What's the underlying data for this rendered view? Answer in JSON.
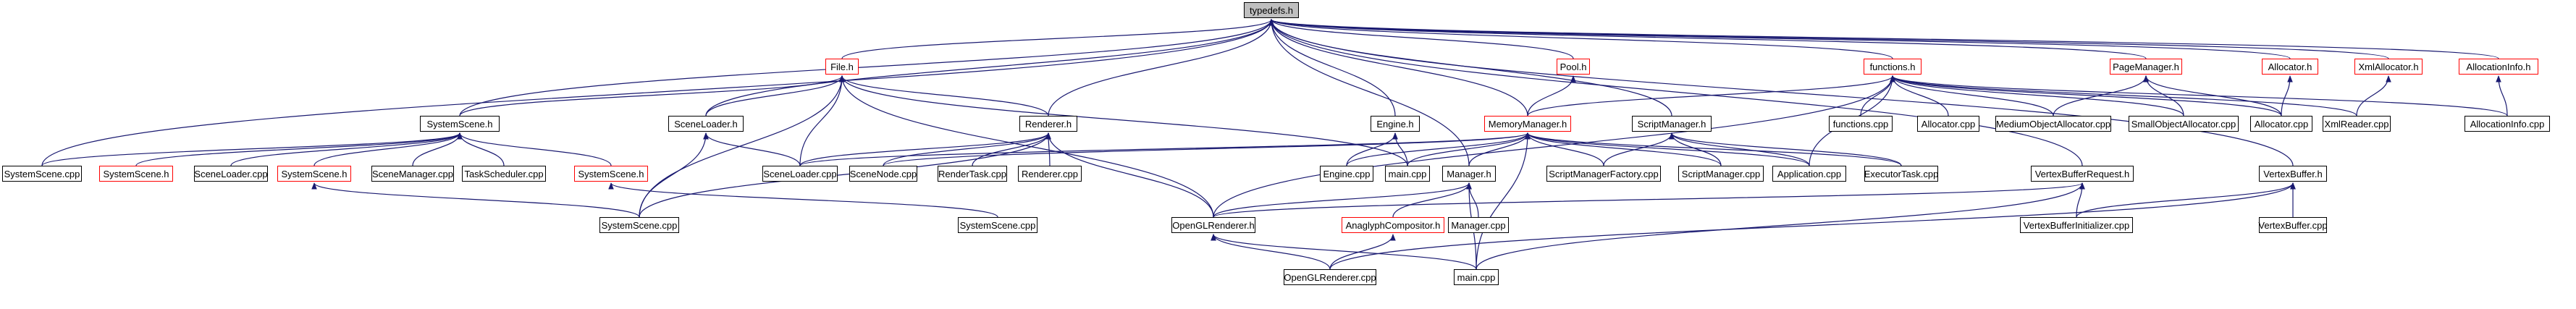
{
  "colors": {
    "edge": "#191970",
    "node_border": "#000000",
    "truncated_border": "#ff0000",
    "root_fill": "#bfbfbf"
  },
  "nodes": [
    {
      "id": "typedefs_h",
      "label": "typedefs.h",
      "root": true
    },
    {
      "id": "file_h",
      "label": "File.h",
      "red": true
    },
    {
      "id": "pool_h",
      "label": "Pool.h",
      "red": true
    },
    {
      "id": "functions_h",
      "label": "functions.h",
      "red": true
    },
    {
      "id": "pagemanager_h",
      "label": "PageManager.h",
      "red": true
    },
    {
      "id": "allocator_h",
      "label": "Allocator.h",
      "red": true
    },
    {
      "id": "xmlallocator_h",
      "label": "XmlAllocator.h",
      "red": true
    },
    {
      "id": "allocationinfo_h",
      "label": "AllocationInfo.h",
      "red": true
    },
    {
      "id": "systemscene_h_main",
      "label": "SystemScene.h"
    },
    {
      "id": "sceneloader_h",
      "label": "SceneLoader.h"
    },
    {
      "id": "renderer_h",
      "label": "Renderer.h"
    },
    {
      "id": "engine_h",
      "label": "Engine.h"
    },
    {
      "id": "memorymanager_h",
      "label": "MemoryManager.h",
      "red": true
    },
    {
      "id": "scriptmanager_h",
      "label": "ScriptManager.h"
    },
    {
      "id": "functions_cpp",
      "label": "functions.cpp"
    },
    {
      "id": "allocator_cpp_1",
      "label": "Allocator.cpp"
    },
    {
      "id": "mediumobjectallocator_cpp",
      "label": "MediumObjectAllocator.cpp"
    },
    {
      "id": "smallobjectallocator_cpp",
      "label": "SmallObjectAllocator.cpp"
    },
    {
      "id": "allocator_cpp_2",
      "label": "Allocator.cpp"
    },
    {
      "id": "xmlreader_cpp",
      "label": "XmlReader.cpp"
    },
    {
      "id": "allocationinfo_cpp",
      "label": "AllocationInfo.cpp"
    },
    {
      "id": "systemscene_cpp_1",
      "label": "SystemScene.cpp"
    },
    {
      "id": "systemscene_h_r1",
      "label": "SystemScene.h",
      "red": true
    },
    {
      "id": "sceneloader_cpp_1",
      "label": "SceneLoader.cpp"
    },
    {
      "id": "systemscene_h_r2",
      "label": "SystemScene.h",
      "red": true
    },
    {
      "id": "scenemanager_cpp",
      "label": "SceneManager.cpp"
    },
    {
      "id": "taskscheduler_cpp",
      "label": "TaskScheduler.cpp"
    },
    {
      "id": "systemscene_h_r3",
      "label": "SystemScene.h",
      "red": true
    },
    {
      "id": "sceneloader_cpp_2",
      "label": "SceneLoader.cpp"
    },
    {
      "id": "scenenode_cpp",
      "label": "SceneNode.cpp"
    },
    {
      "id": "rendertask_cpp",
      "label": "RenderTask.cpp"
    },
    {
      "id": "renderer_cpp",
      "label": "Renderer.cpp"
    },
    {
      "id": "engine_cpp",
      "label": "Engine.cpp"
    },
    {
      "id": "main_cpp_1",
      "label": "main.cpp"
    },
    {
      "id": "manager_h",
      "label": "Manager.h"
    },
    {
      "id": "scriptmanagerfactory_cpp",
      "label": "ScriptManagerFactory.cpp"
    },
    {
      "id": "scriptmanager_cpp",
      "label": "ScriptManager.cpp"
    },
    {
      "id": "application_cpp",
      "label": "Application.cpp"
    },
    {
      "id": "executortask_cpp",
      "label": "ExecutorTask.cpp"
    },
    {
      "id": "vertexbufferrequest_h",
      "label": "VertexBufferRequest.h"
    },
    {
      "id": "vertexbuffer_h",
      "label": "VertexBuffer.h"
    },
    {
      "id": "systemscene_cpp_2",
      "label": "SystemScene.cpp"
    },
    {
      "id": "systemscene_cpp_3",
      "label": "SystemScene.cpp"
    },
    {
      "id": "openglrenderer_h",
      "label": "OpenGLRenderer.h"
    },
    {
      "id": "anaglyphcompositor_h",
      "label": "AnaglyphCompositor.h",
      "red": true
    },
    {
      "id": "manager_cpp",
      "label": "Manager.cpp"
    },
    {
      "id": "vertexbufferinitializer_cpp",
      "label": "VertexBufferInitializer.cpp"
    },
    {
      "id": "vertexbuffer_cpp",
      "label": "VertexBuffer.cpp"
    },
    {
      "id": "openglrenderer_cpp",
      "label": "OpenGLRenderer.cpp"
    },
    {
      "id": "main_cpp_2",
      "label": "main.cpp"
    }
  ],
  "edges": [
    [
      "file_h",
      "typedefs_h"
    ],
    [
      "pool_h",
      "typedefs_h"
    ],
    [
      "functions_h",
      "typedefs_h"
    ],
    [
      "pagemanager_h",
      "typedefs_h"
    ],
    [
      "allocator_h",
      "typedefs_h"
    ],
    [
      "xmlallocator_h",
      "typedefs_h"
    ],
    [
      "allocationinfo_h",
      "typedefs_h"
    ],
    [
      "systemscene_h_main",
      "typedefs_h"
    ],
    [
      "sceneloader_h",
      "typedefs_h"
    ],
    [
      "renderer_h",
      "typedefs_h"
    ],
    [
      "engine_h",
      "typedefs_h"
    ],
    [
      "memorymanager_h",
      "typedefs_h"
    ],
    [
      "scriptmanager_h",
      "typedefs_h"
    ],
    [
      "manager_h",
      "typedefs_h"
    ],
    [
      "vertexbufferrequest_h",
      "typedefs_h"
    ],
    [
      "vertexbuffer_h",
      "typedefs_h"
    ],
    [
      "systemscene_cpp_1",
      "typedefs_h"
    ],
    [
      "systemscene_h_main",
      "file_h"
    ],
    [
      "sceneloader_h",
      "file_h"
    ],
    [
      "renderer_h",
      "file_h"
    ],
    [
      "sceneloader_cpp_2",
      "file_h"
    ],
    [
      "systemscene_cpp_2",
      "file_h"
    ],
    [
      "openglrenderer_h",
      "file_h"
    ],
    [
      "main_cpp_1",
      "file_h"
    ],
    [
      "memorymanager_h",
      "pool_h"
    ],
    [
      "memorymanager_h",
      "functions_h"
    ],
    [
      "functions_cpp",
      "functions_h"
    ],
    [
      "allocator_cpp_1",
      "functions_h"
    ],
    [
      "mediumobjectallocator_cpp",
      "functions_h"
    ],
    [
      "smallobjectallocator_cpp",
      "functions_h"
    ],
    [
      "allocator_cpp_2",
      "functions_h"
    ],
    [
      "xmlreader_cpp",
      "functions_h"
    ],
    [
      "allocationinfo_cpp",
      "functions_h"
    ],
    [
      "application_cpp",
      "functions_h"
    ],
    [
      "openglrenderer_h",
      "functions_h"
    ],
    [
      "mediumobjectallocator_cpp",
      "pagemanager_h"
    ],
    [
      "smallobjectallocator_cpp",
      "pagemanager_h"
    ],
    [
      "allocator_cpp_2",
      "pagemanager_h"
    ],
    [
      "allocator_cpp_2",
      "allocator_h"
    ],
    [
      "xmlreader_cpp",
      "xmlallocator_h"
    ],
    [
      "allocationinfo_cpp",
      "allocationinfo_h"
    ],
    [
      "systemscene_cpp_1",
      "systemscene_h_main"
    ],
    [
      "systemscene_h_r1",
      "systemscene_h_main"
    ],
    [
      "sceneloader_cpp_1",
      "systemscene_h_main"
    ],
    [
      "systemscene_h_r2",
      "systemscene_h_main"
    ],
    [
      "scenemanager_cpp",
      "systemscene_h_main"
    ],
    [
      "taskscheduler_cpp",
      "systemscene_h_main"
    ],
    [
      "systemscene_h_r3",
      "systemscene_h_main"
    ],
    [
      "sceneloader_cpp_2",
      "sceneloader_h"
    ],
    [
      "systemscene_cpp_2",
      "sceneloader_h"
    ],
    [
      "sceneloader_cpp_2",
      "renderer_h"
    ],
    [
      "scenenode_cpp",
      "renderer_h"
    ],
    [
      "rendertask_cpp",
      "renderer_h"
    ],
    [
      "renderer_cpp",
      "renderer_h"
    ],
    [
      "systemscene_cpp_2",
      "renderer_h"
    ],
    [
      "openglrenderer_h",
      "renderer_h"
    ],
    [
      "engine_cpp",
      "engine_h"
    ],
    [
      "main_cpp_1",
      "engine_h"
    ],
    [
      "sceneloader_cpp_2",
      "memorymanager_h"
    ],
    [
      "scenenode_cpp",
      "memorymanager_h"
    ],
    [
      "engine_cpp",
      "memorymanager_h"
    ],
    [
      "main_cpp_1",
      "memorymanager_h"
    ],
    [
      "manager_h",
      "memorymanager_h"
    ],
    [
      "scriptmanagerfactory_cpp",
      "memorymanager_h"
    ],
    [
      "scriptmanager_cpp",
      "memorymanager_h"
    ],
    [
      "application_cpp",
      "memorymanager_h"
    ],
    [
      "executortask_cpp",
      "memorymanager_h"
    ],
    [
      "main_cpp_2",
      "memorymanager_h"
    ],
    [
      "scriptmanagerfactory_cpp",
      "scriptmanager_h"
    ],
    [
      "scriptmanager_cpp",
      "scriptmanager_h"
    ],
    [
      "application_cpp",
      "scriptmanager_h"
    ],
    [
      "executortask_cpp",
      "scriptmanager_h"
    ],
    [
      "systemscene_cpp_2",
      "systemscene_h_r2"
    ],
    [
      "systemscene_cpp_3",
      "systemscene_h_r3"
    ],
    [
      "openglrenderer_h",
      "manager_h"
    ],
    [
      "anaglyphcompositor_h",
      "manager_h"
    ],
    [
      "manager_cpp",
      "manager_h"
    ],
    [
      "main_cpp_2",
      "manager_h"
    ],
    [
      "openglrenderer_h",
      "vertexbufferrequest_h"
    ],
    [
      "vertexbufferinitializer_cpp",
      "vertexbufferrequest_h"
    ],
    [
      "main_cpp_2",
      "vertexbufferrequest_h"
    ],
    [
      "vertexbufferinitializer_cpp",
      "vertexbuffer_h"
    ],
    [
      "vertexbuffer_cpp",
      "vertexbuffer_h"
    ],
    [
      "openglrenderer_cpp",
      "vertexbuffer_h"
    ],
    [
      "openglrenderer_cpp",
      "openglrenderer_h"
    ],
    [
      "main_cpp_2",
      "openglrenderer_h"
    ],
    [
      "openglrenderer_cpp",
      "anaglyphcompositor_h"
    ]
  ]
}
